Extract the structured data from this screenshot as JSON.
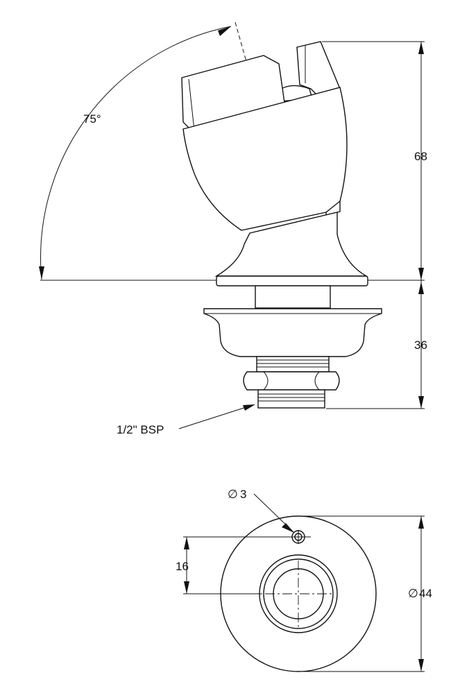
{
  "labels": {
    "angle": "75°",
    "height_top": "68",
    "height_bottom": "36",
    "thread": "1/2\" BSP",
    "hole_diameter": "3",
    "hole_offset": "16",
    "base_diameter": "44",
    "diameter_symbol": "∅"
  }
}
